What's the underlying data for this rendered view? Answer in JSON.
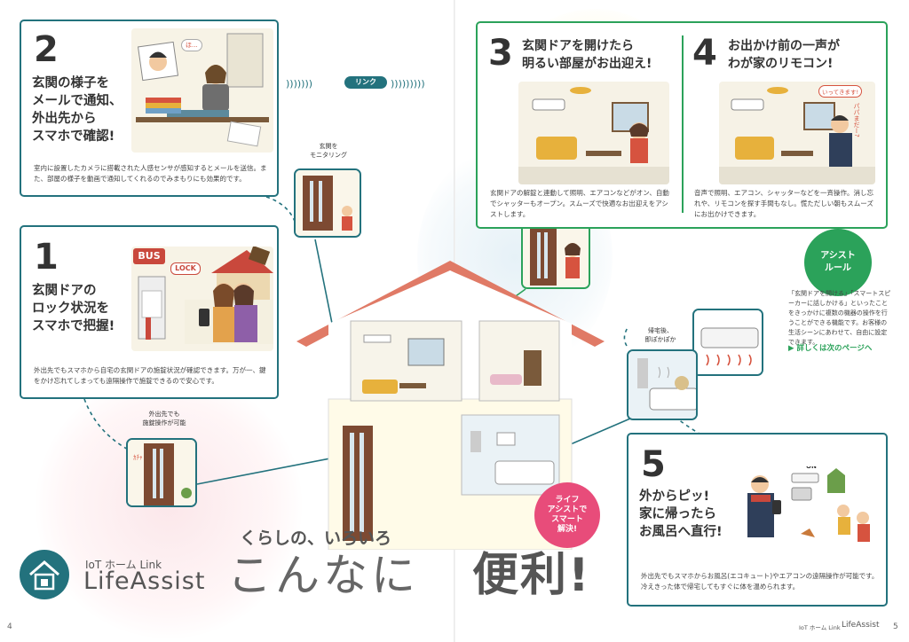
{
  "panels": {
    "p2": {
      "num": "2",
      "title": "玄関の様子を\nメールで通知、\n外出先から\nスマホで確認!",
      "desc": "室内に設置したカメラに搭載された人感センサが感知するとメールを送信。また、部屋の様子を動画で通知してくれるのでみまもりにも効果的です。",
      "bubble": "ほ..."
    },
    "p1": {
      "num": "1",
      "title": "玄関ドアの\nロック状況を\nスマホで把握!",
      "desc": "外出先でもスマホから自宅の玄関ドアの施錠状況が確認できます。万が一、鍵をかけ忘れてしまっても遠隔操作で施錠できるので安心です。",
      "bus": "BUS",
      "lock": "LOCK"
    },
    "p3": {
      "num": "3",
      "title": "玄関ドアを開けたら\n明るい部屋がお出迎え!",
      "desc": "玄関ドアの解錠と連動して照明、エアコンなどがオン、自動でシャッターもオープン。スムーズで快適なお出迎えをアシストします。"
    },
    "p4": {
      "num": "4",
      "title": "お出かけ前の一声が\nわが家のリモコン!",
      "desc": "音声で照明、エアコン、シャッターなどを一斉操作。消し忘れや、リモコンを探す手間もなし。慌ただしい朝もスムーズにお出かけできます。",
      "speech1": "いってきます!",
      "speech2": "パパまだー?"
    },
    "p5": {
      "num": "5",
      "title": "外からピッ!\n家に帰ったら\nお風呂へ直行!",
      "desc": "外出先でもスマホからお風呂(エコキュート)やエアコンの遠隔操作が可能です。冷えきった体で帰宅してもすぐに体を温められます。",
      "on": "ON"
    }
  },
  "link_label": "リンク",
  "callouts": {
    "monitoring": "玄関を\nモニタリング",
    "remote_lock": "外出先でも\n施錠操作が可能",
    "return_home": "帰宅後、\n即ぽかぽか"
  },
  "assist": {
    "badge": "アシスト\nルール",
    "desc": "「玄関ドアを開ける」「スマートスピーカーに話しかける」といったことをきっかけに複数の機器の操作を行うことができる機能です。お客様の生活シーンにあわせて、自由に設定できます。",
    "more": "▶ 詳しくは次のページへ"
  },
  "life_badge": "ライフ\nアシストで\nスマート\n解決!",
  "headline": {
    "sub": "くらしの、いろいろ",
    "main1": "こんなに",
    "main2": "便利!"
  },
  "logo": {
    "brand": "IoT ホーム Link",
    "name": "LifeAssist"
  },
  "footer": {
    "left_page": "4",
    "right_brand": "IoT ホーム Link",
    "right_name": "LifeAssist",
    "right_page": "5"
  },
  "colors": {
    "teal": "#23727d",
    "green": "#2ba25a",
    "pink": "#e84c7a",
    "roof": "#e07a66"
  }
}
